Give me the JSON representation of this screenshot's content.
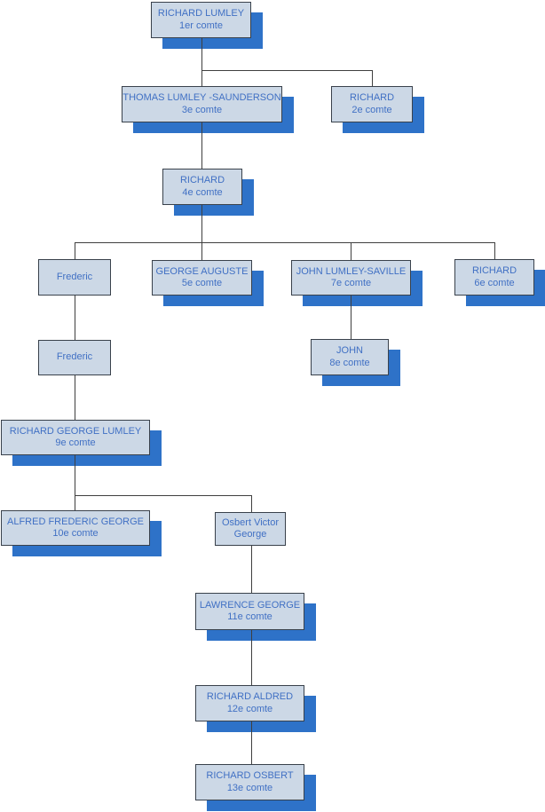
{
  "diagram": {
    "type": "family-tree-org-chart",
    "nodes": [
      {
        "line1": "RICHARD LUMLEY",
        "line2": "1er comte",
        "has_shadow": true
      },
      {
        "line1": "THOMAS LUMLEY -SAUNDERSON",
        "line2": "3e comte",
        "has_shadow": true
      },
      {
        "line1": "RICHARD",
        "line2": "2e comte",
        "has_shadow": true
      },
      {
        "line1": "RICHARD",
        "line2": "4e comte",
        "has_shadow": true
      },
      {
        "line1": "Frederic",
        "line2": "",
        "has_shadow": false
      },
      {
        "line1": "GEORGE AUGUSTE",
        "line2": "5e comte",
        "has_shadow": true
      },
      {
        "line1": "JOHN LUMLEY-SAVILLE",
        "line2": "7e comte",
        "has_shadow": true
      },
      {
        "line1": "RICHARD",
        "line2": "6e comte",
        "has_shadow": true
      },
      {
        "line1": "JOHN",
        "line2": "8e comte",
        "has_shadow": true
      },
      {
        "line1": "Frederic",
        "line2": "",
        "has_shadow": false
      },
      {
        "line1": "RICHARD GEORGE LUMLEY",
        "line2": "9e comte",
        "has_shadow": true
      },
      {
        "line1": "ALFRED FREDERIC GEORGE",
        "line2": "10e comte",
        "has_shadow": true
      },
      {
        "line1": "Osbert Victor",
        "line2": "George",
        "has_shadow": false
      },
      {
        "line1": "LAWRENCE GEORGE",
        "line2": "11e comte",
        "has_shadow": true
      },
      {
        "line1": "RICHARD ALDRED",
        "line2": "12e comte",
        "has_shadow": true
      },
      {
        "line1": "RICHARD OSBERT",
        "line2": "13e comte",
        "has_shadow": true
      }
    ],
    "edges": [
      [
        0,
        1
      ],
      [
        0,
        2
      ],
      [
        1,
        3
      ],
      [
        3,
        4
      ],
      [
        3,
        5
      ],
      [
        3,
        6
      ],
      [
        3,
        7
      ],
      [
        6,
        8
      ],
      [
        4,
        9
      ],
      [
        9,
        10
      ],
      [
        10,
        11
      ],
      [
        10,
        12
      ],
      [
        12,
        13
      ],
      [
        13,
        14
      ],
      [
        14,
        15
      ]
    ],
    "colors": {
      "background": "#ffffff",
      "box_fill": "#ccd8e6",
      "box_border": "#39414b",
      "text": "#4070c4",
      "shadow": "#2e72c8",
      "line": "#3f3f3f"
    }
  }
}
